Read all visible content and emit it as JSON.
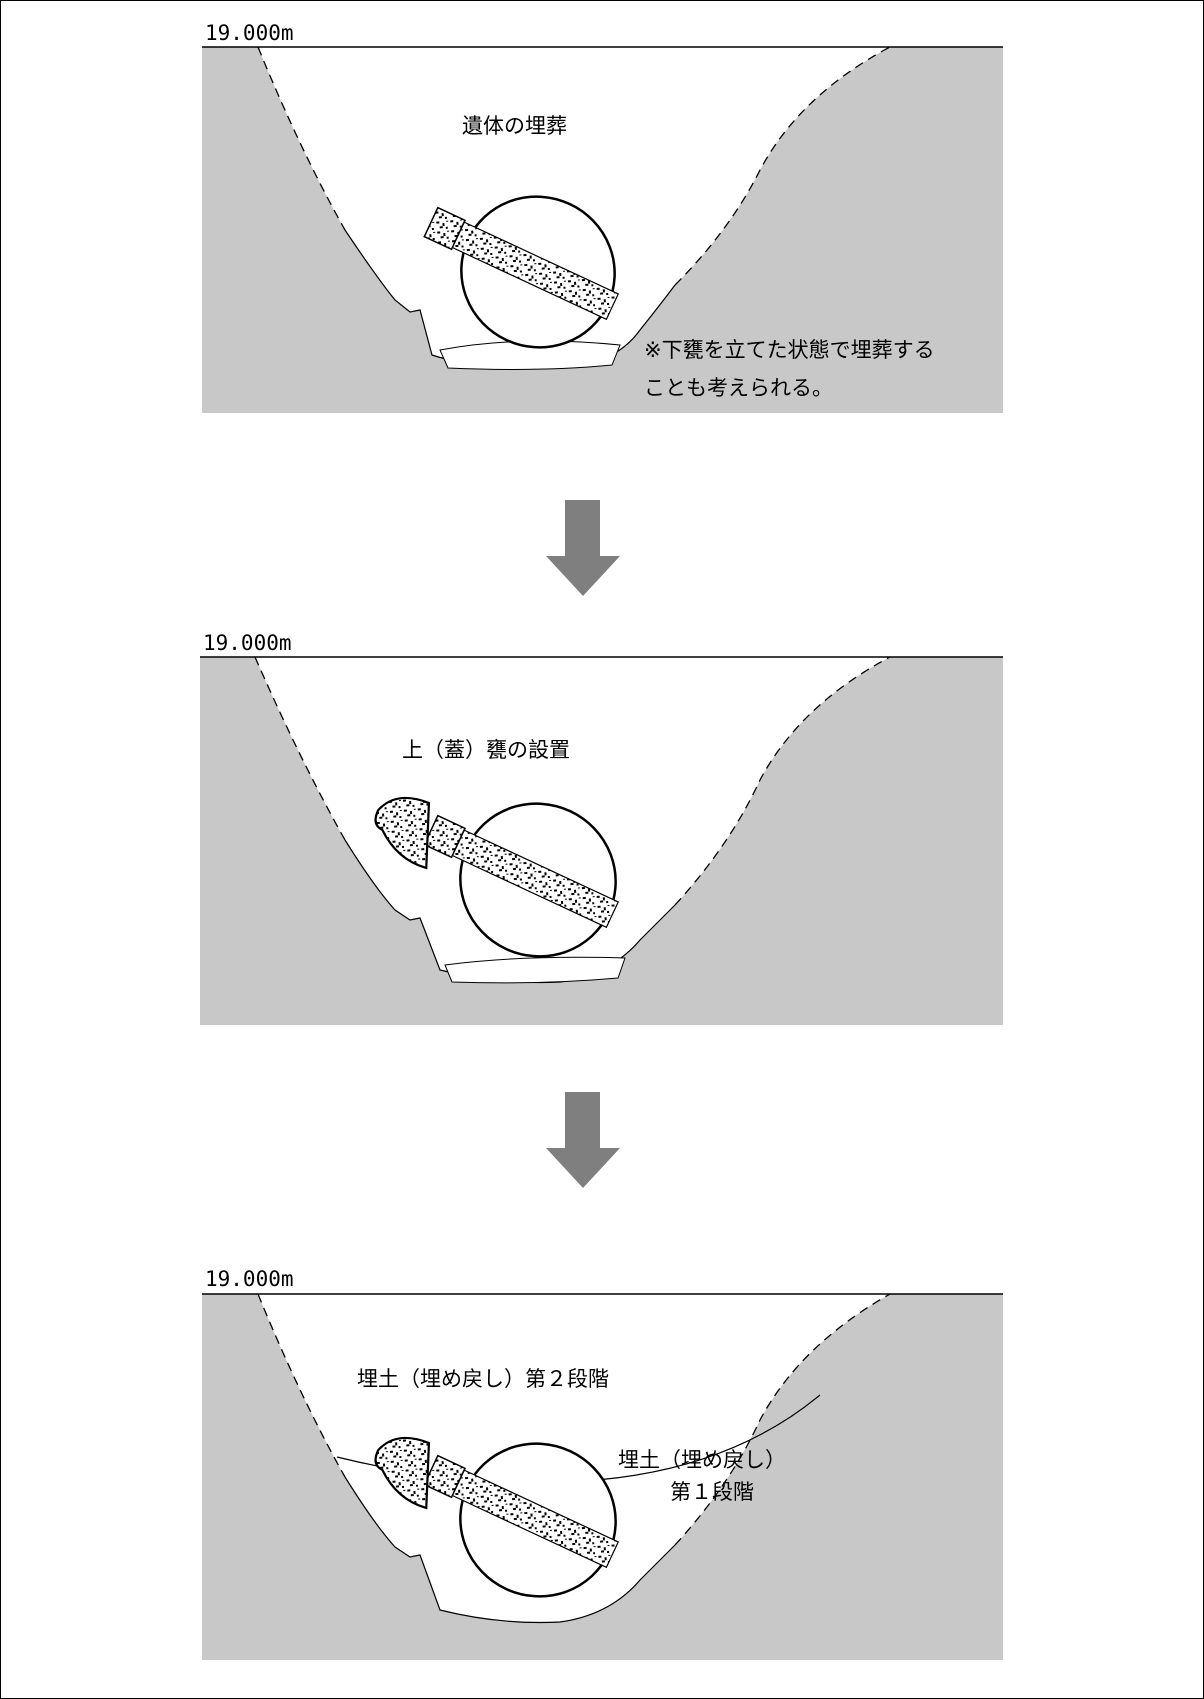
{
  "colors": {
    "ground": "#c8c8c8",
    "arrow": "#7f7f7f",
    "line": "#000000",
    "background": "#ffffff"
  },
  "panels": [
    {
      "elevation": "19.000m",
      "title": "遺体の埋葬",
      "note_line1": "※下甕を立てた状態で埋葬する",
      "note_line2": "ことも考えられる。"
    },
    {
      "elevation": "19.000m",
      "title": "上（蓋）甕の設置"
    },
    {
      "elevation": "19.000m",
      "title": "埋土（埋め戻し）第２段階",
      "sub_line1": "埋土（埋め戻し）",
      "sub_line2": "第１段階"
    }
  ],
  "arrows": [
    {
      "icon": "down-arrow-icon"
    },
    {
      "icon": "down-arrow-icon"
    }
  ]
}
